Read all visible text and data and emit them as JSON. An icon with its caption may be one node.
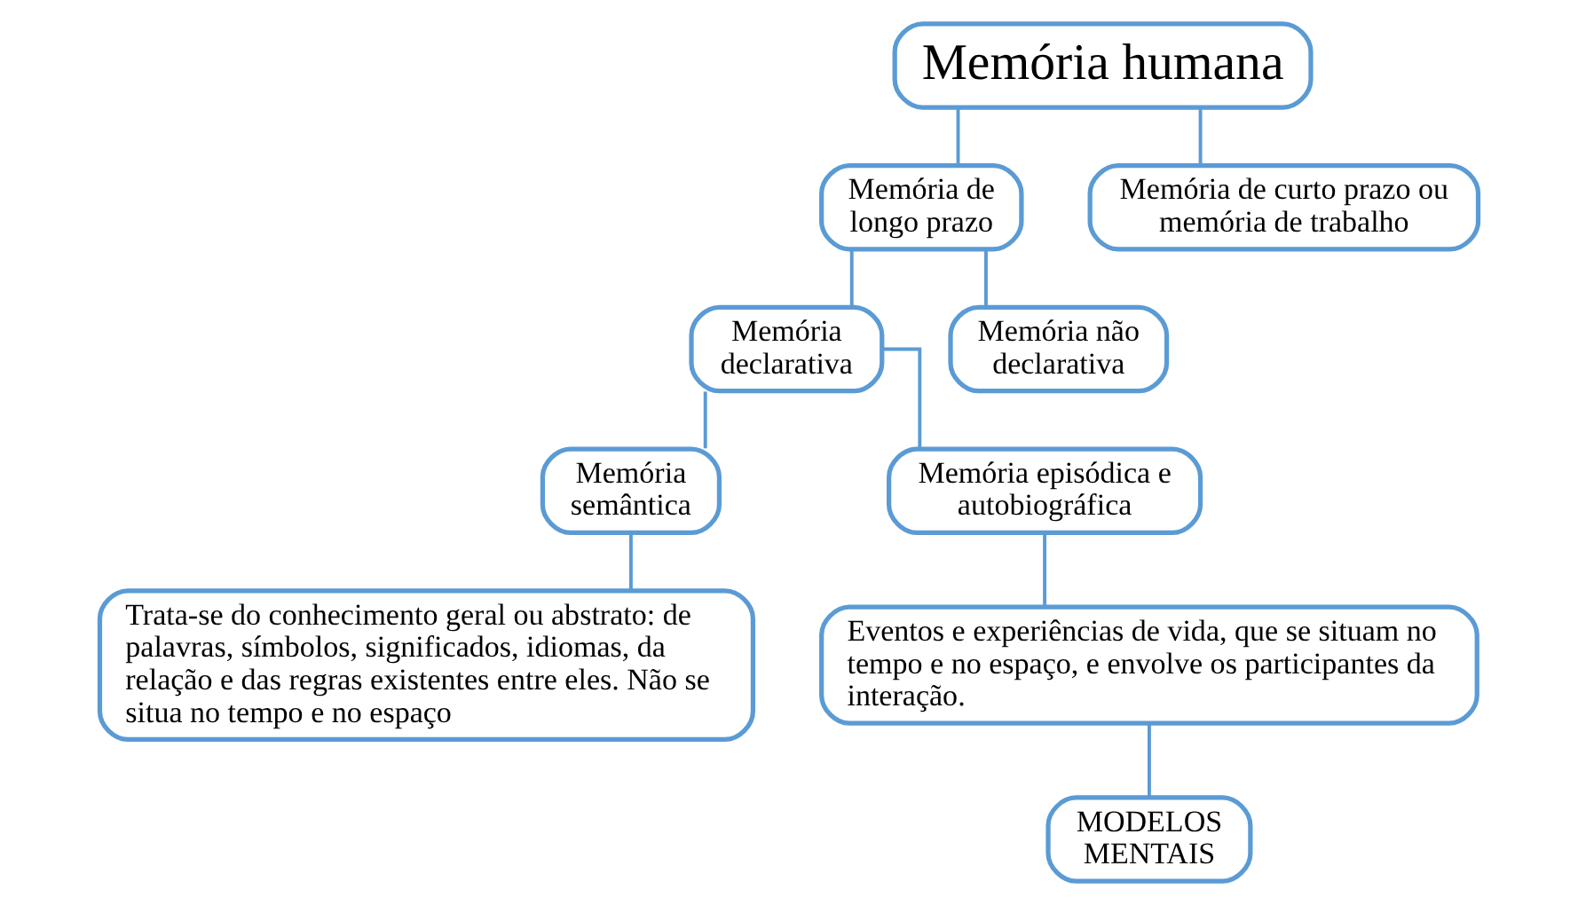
{
  "diagram": {
    "nodes": [
      {
        "text": [
          "Memória humana"
        ]
      },
      {
        "text": [
          "Memória de longo prazo"
        ]
      },
      {
        "text": [
          "Memória de curto prazo ou memória de trabalho"
        ]
      },
      {
        "text": [
          "Memória declarativa"
        ]
      },
      {
        "text": [
          "Memória não declarativa"
        ]
      },
      {
        "text": [
          "Memória semântica"
        ]
      },
      {
        "text": [
          "Memória episódica e autobiográfica"
        ]
      },
      {
        "text": [
          "Trata-se do conhecimento geral ou abstrato: de palavras, símbolos, significados, idiomas, da relação e das regras existentes entre eles. Não se situa no tempo e no espaço"
        ]
      },
      {
        "text": [
          "Eventos e experiências de vida, que se situam no tempo e no espaço, e envolve os participantes da interação."
        ]
      },
      {
        "text": [
          "MODELOS MENTAIS"
        ]
      }
    ],
    "edges": [
      {
        "from": 0,
        "to": 1,
        "arrow": "none"
      },
      {
        "from": 0,
        "to": 2,
        "arrow": "none"
      },
      {
        "from": 1,
        "to": 3,
        "arrow": "none"
      },
      {
        "from": 1,
        "to": 4,
        "arrow": "none"
      },
      {
        "from": 3,
        "to": 5,
        "arrow": "none"
      },
      {
        "from": 3,
        "to": 6,
        "arrow": "none"
      },
      {
        "from": 5,
        "to": 7,
        "arrow": "none"
      },
      {
        "from": 6,
        "to": 8,
        "arrow": "none"
      },
      {
        "from": 8,
        "to": 9,
        "arrow": "none"
      }
    ]
  }
}
